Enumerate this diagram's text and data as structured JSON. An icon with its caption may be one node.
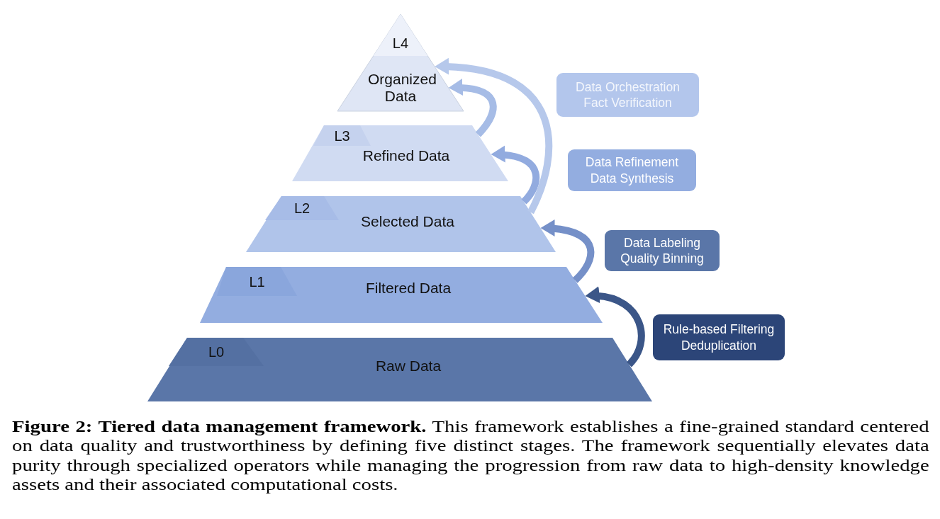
{
  "diagram": {
    "nodes": [
      {
        "text": [
          "L4",
          "Organized Data"
        ]
      },
      {
        "text": [
          "Data Orchestration",
          "Fact Verification"
        ]
      },
      {
        "text": [
          "L3",
          "Refined Data"
        ]
      },
      {
        "text": [
          "Data Refinement",
          "Data Synthesis"
        ]
      },
      {
        "text": [
          "L2",
          "Selected Data"
        ]
      },
      {
        "text": [
          "Data Labeling",
          "Quality Binning"
        ]
      },
      {
        "text": [
          "L1",
          "Filtered Data"
        ]
      },
      {
        "text": [
          "Rule-based Filtering",
          "Deduplication"
        ]
      },
      {
        "text": [
          "L0",
          "Raw Data"
        ]
      }
    ],
    "edges": [
      {
        "from": 8,
        "to": 6,
        "arrow": "to",
        "color": "#3b5688"
      },
      {
        "from": 6,
        "to": 4,
        "arrow": "to",
        "color": "#7590c8"
      },
      {
        "from": 4,
        "to": 2,
        "arrow": "to",
        "color": "#92abdf"
      },
      {
        "from": 2,
        "to": 0,
        "arrow": "to",
        "color": "#a6bce6"
      },
      {
        "from": 4,
        "to": 0,
        "arrow": "to",
        "color": "#b6c8eb"
      }
    ],
    "caption": "**Figure 2: Tiered data management framework.** This framework establishes a fine-grained standard centered on data quality and trustworthiness by defining five distinct stages. The framework sequentially elevates data purity through specialized operators while managing the progression from raw data to high-density knowledge assets and their associated computational costs."
  }
}
